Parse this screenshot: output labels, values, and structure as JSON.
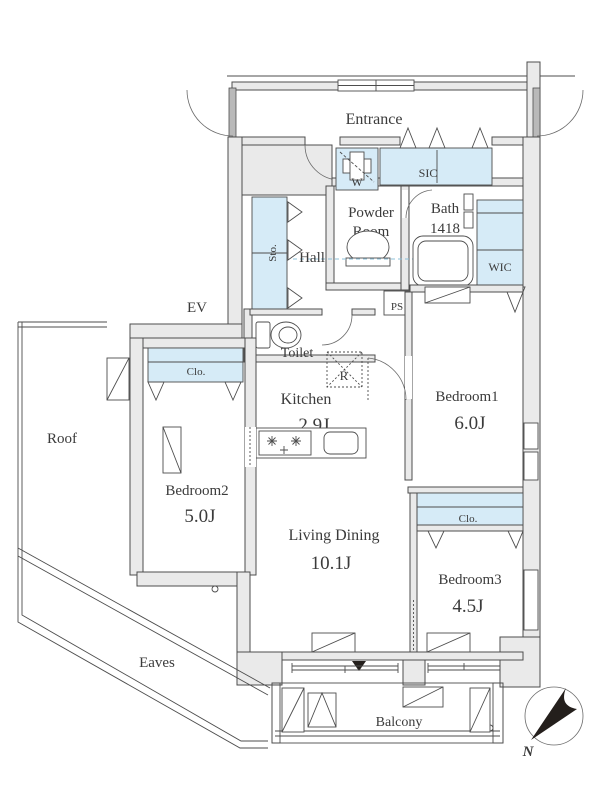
{
  "plan": {
    "rooms": {
      "entrance": {
        "label": "Entrance"
      },
      "washer": {
        "label": "W"
      },
      "sic": {
        "label": "SIC"
      },
      "powder_room": {
        "line1": "Powder",
        "line2": "Room"
      },
      "bath": {
        "name": "Bath",
        "size": "1418"
      },
      "wic": {
        "label": "WIC"
      },
      "sto": {
        "label": "Sto."
      },
      "hall": {
        "label": "Hall"
      },
      "ev": {
        "label": "EV"
      },
      "ps": {
        "label": "PS"
      },
      "toilet": {
        "label": "Toilet"
      },
      "fridge": {
        "label": "R"
      },
      "kitchen": {
        "name": "Kitchen",
        "size": "2.9J"
      },
      "bedroom1": {
        "name": "Bedroom1",
        "size": "6.0J"
      },
      "closet_bedroom1": {
        "label": "Clo."
      },
      "bedroom2": {
        "name": "Bedroom2",
        "size": "5.0J"
      },
      "closet_bedroom2": {
        "label": "Clo."
      },
      "bedroom3": {
        "name": "Bedroom3",
        "size": "4.5J"
      },
      "living_dining": {
        "name": "Living Dining",
        "size": "10.1J"
      },
      "roof": {
        "label": "Roof"
      },
      "eaves": {
        "label": "Eaves"
      },
      "balcony": {
        "label": "Balcony"
      }
    },
    "compass": {
      "north_label": "N"
    },
    "colors": {
      "closet_fill": "#d6ebf7",
      "wall_fill": "#eaeaea",
      "line": "#4d4d4d",
      "text": "#3b3b3b",
      "accent_dashed": "#8cc0da"
    }
  }
}
